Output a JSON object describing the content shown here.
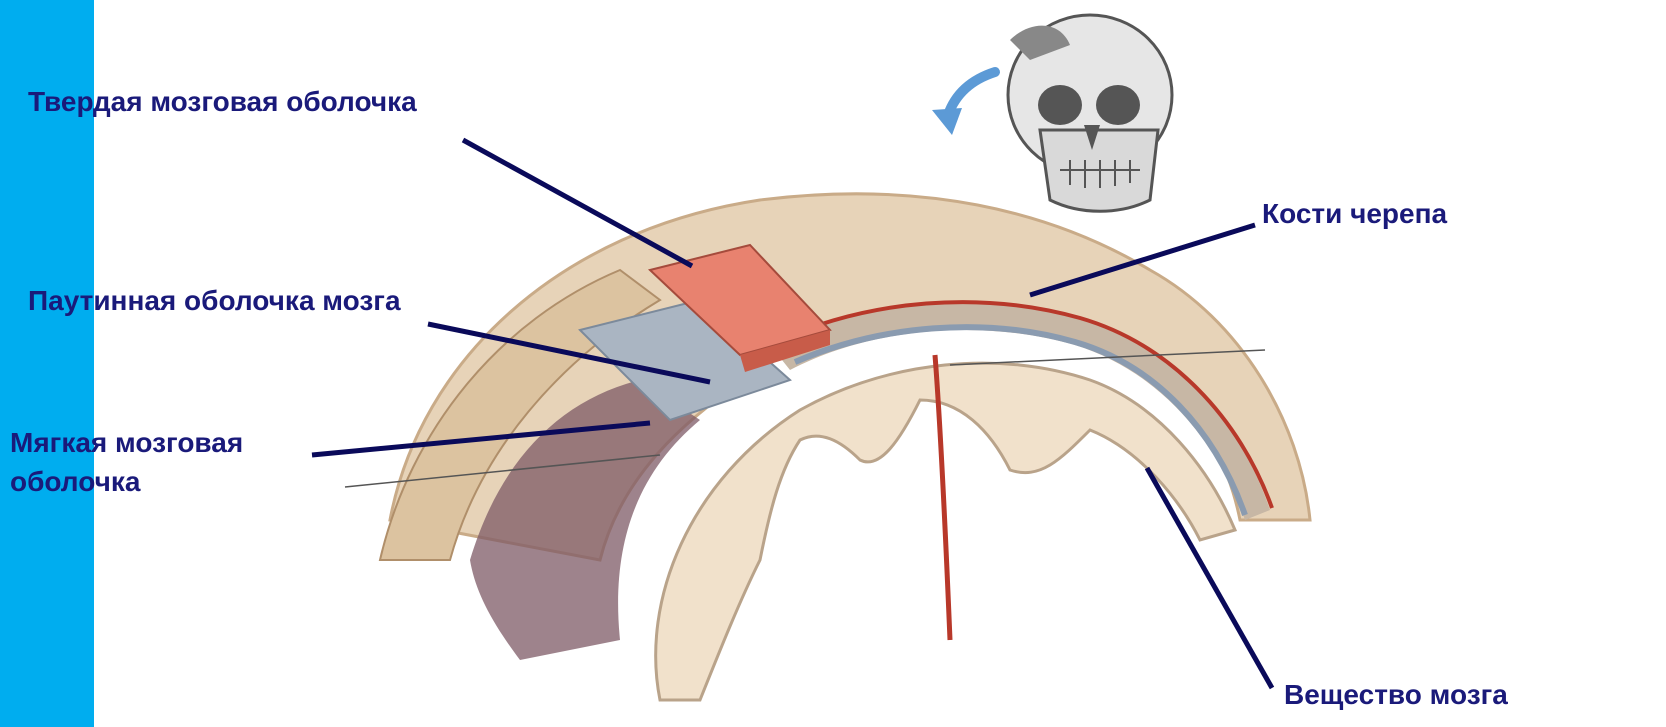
{
  "colors": {
    "side_bar": "#00adef",
    "label_text": "#1a1a7a",
    "leader_line": "#0a0a5a",
    "bone": "#e7d3b8",
    "bone_shadow": "#c9ab88",
    "dura_mater": "#e8826f",
    "arachnoid": "#aab5c2",
    "pia_mater": "#7d5a66",
    "brain_tissue": "#f1e1cb",
    "vessel": "#b8382a"
  },
  "labels": {
    "dura": "Твердая мозговая оболочка",
    "arachnoid": "Паутинная оболочка мозга",
    "pia_line1": "Мягкая мозговая",
    "pia_line2": "оболочка",
    "skull_bones": "Кости черепа",
    "brain_matter": "Вещество мозга"
  },
  "icons": {
    "skull": "skull-icon",
    "arrow": "curved-arrow-icon"
  }
}
